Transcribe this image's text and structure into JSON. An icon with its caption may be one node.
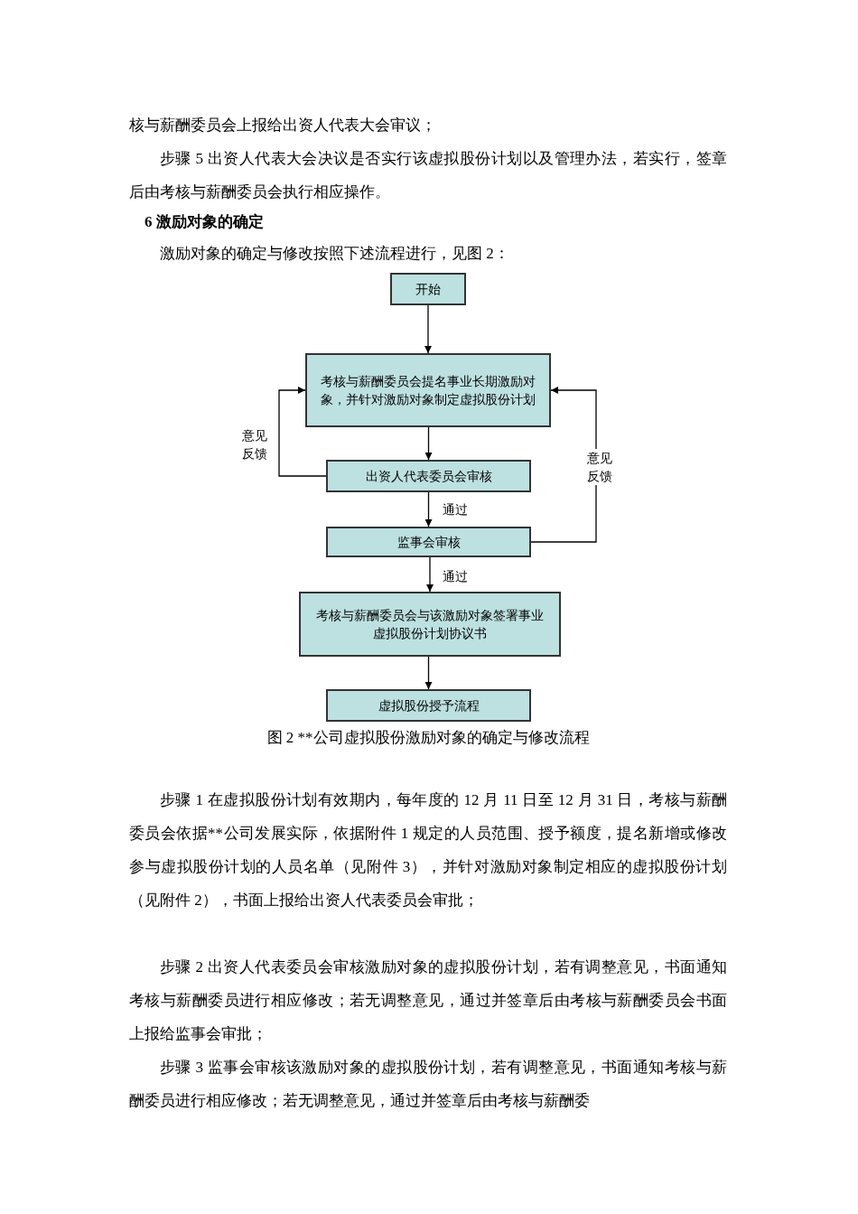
{
  "diagram": {
    "caption": "图 2 **公司虚拟股份激励对象的确定与修改流程",
    "nodes": [
      {
        "text": [
          "开始"
        ]
      },
      {
        "text": [
          "考核与薪酬委员会提名事业长期激励对象，并针对激励对象制定虚拟股份计划"
        ]
      },
      {
        "text": [
          "出资人代表委员会审核"
        ]
      },
      {
        "text": [
          "监事会审核"
        ]
      },
      {
        "text": [
          "考核与薪酬委员会与该激励对象签署事业虚拟股份计划协议书"
        ]
      },
      {
        "text": [
          "虚拟股份授予流程"
        ]
      }
    ],
    "edges": [
      {
        "from": 0,
        "to": 1,
        "arrow": "to"
      },
      {
        "from": 1,
        "to": 2,
        "arrow": "to"
      },
      {
        "from": 2,
        "to": 3,
        "arrow": "to",
        "label": "通过"
      },
      {
        "from": 3,
        "to": 4,
        "arrow": "to",
        "label": "通过"
      },
      {
        "from": 4,
        "to": 5,
        "arrow": "to"
      },
      {
        "from": 2,
        "to": 1,
        "arrow": "to",
        "label": "意见反馈"
      },
      {
        "from": 3,
        "to": 1,
        "arrow": "to",
        "label": "意见反馈"
      }
    ],
    "labels": [
      "核与薪酬委员会上报给出资人代表大会审议；",
      "步骤 5 出资人代表大会决议是否实行该虚拟股份计划以及管理办法，若实行，签章后由考核与薪酬委员会执行相应操作。",
      "6 激励对象的确定",
      "激励对象的确定与修改按照下述流程进行，见图 2：",
      "步骤 1 在虚拟股份计划有效期内，每年度的 12 月 11 日至 12 月 31 日，考核与薪酬委员会依据**公司发展实际，依据附件 1 规定的人员范围、授予额度，提名新增或修改参与虚拟股份计划的人员名单（见附件 3），并针对激励对象制定相应的虚拟股份计划（见附件 2），书面上报给出资人代表委员会审批；",
      "步骤 2 出资人代表委员会审核激励对象的虚拟股份计划，若有调整意见，书面通知考核与薪酬委员进行相应修改；若无调整意见，通过并签章后由考核与薪酬委员会书面上报给监事会审批；",
      "步骤 3 监事会审核该激励对象的虚拟股份计划，若有调整意见，书面通知考核与薪酬委员进行相应修改；若无调整意见，通过并签章后由考核与薪酬委"
    ]
  }
}
